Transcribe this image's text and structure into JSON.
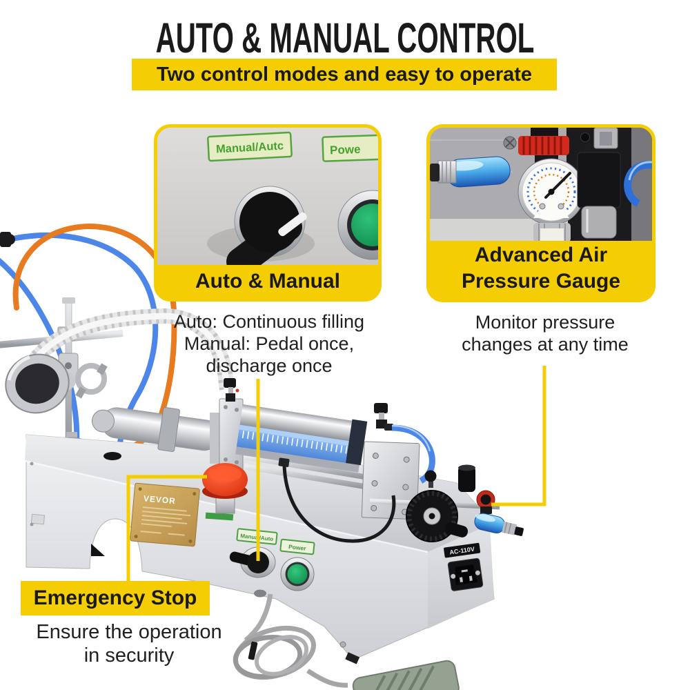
{
  "header": {
    "title": "AUTO & MANUAL CONTROL",
    "subtitle": "Two control modes and easy to operate"
  },
  "inset_auto_manual": {
    "caption": "Auto & Manual",
    "selector_label": "Manual/Autc",
    "power_label": "Powe",
    "desc_lines": [
      "Auto: Continuous filling",
      "Manual: Pedal once,",
      "discharge once"
    ]
  },
  "inset_air_gauge": {
    "caption_lines": [
      "Advanced Air",
      "Pressure Gauge"
    ],
    "desc_lines": [
      "Monitor pressure",
      "changes at any time"
    ]
  },
  "emergency_callout": {
    "label": "Emergency Stop",
    "desc_lines": [
      "Ensure the operation",
      "in security"
    ]
  },
  "machine": {
    "brand": "VEVOR",
    "mode_label": "Manual/Auto",
    "power_label": "Power",
    "socket_label": "AC-110V"
  },
  "colors": {
    "accent_yellow": "#F5CD03",
    "title_black": "#1A1A1A",
    "estop_red": "#E0391C",
    "button_green": "#1CA35C",
    "stripe_blue": "#5E93DE",
    "tube_orange": "#E87A20",
    "tube_blue": "#4C86E8",
    "nameplate_gold": "#C8A058",
    "label_green": "#3F9437"
  }
}
